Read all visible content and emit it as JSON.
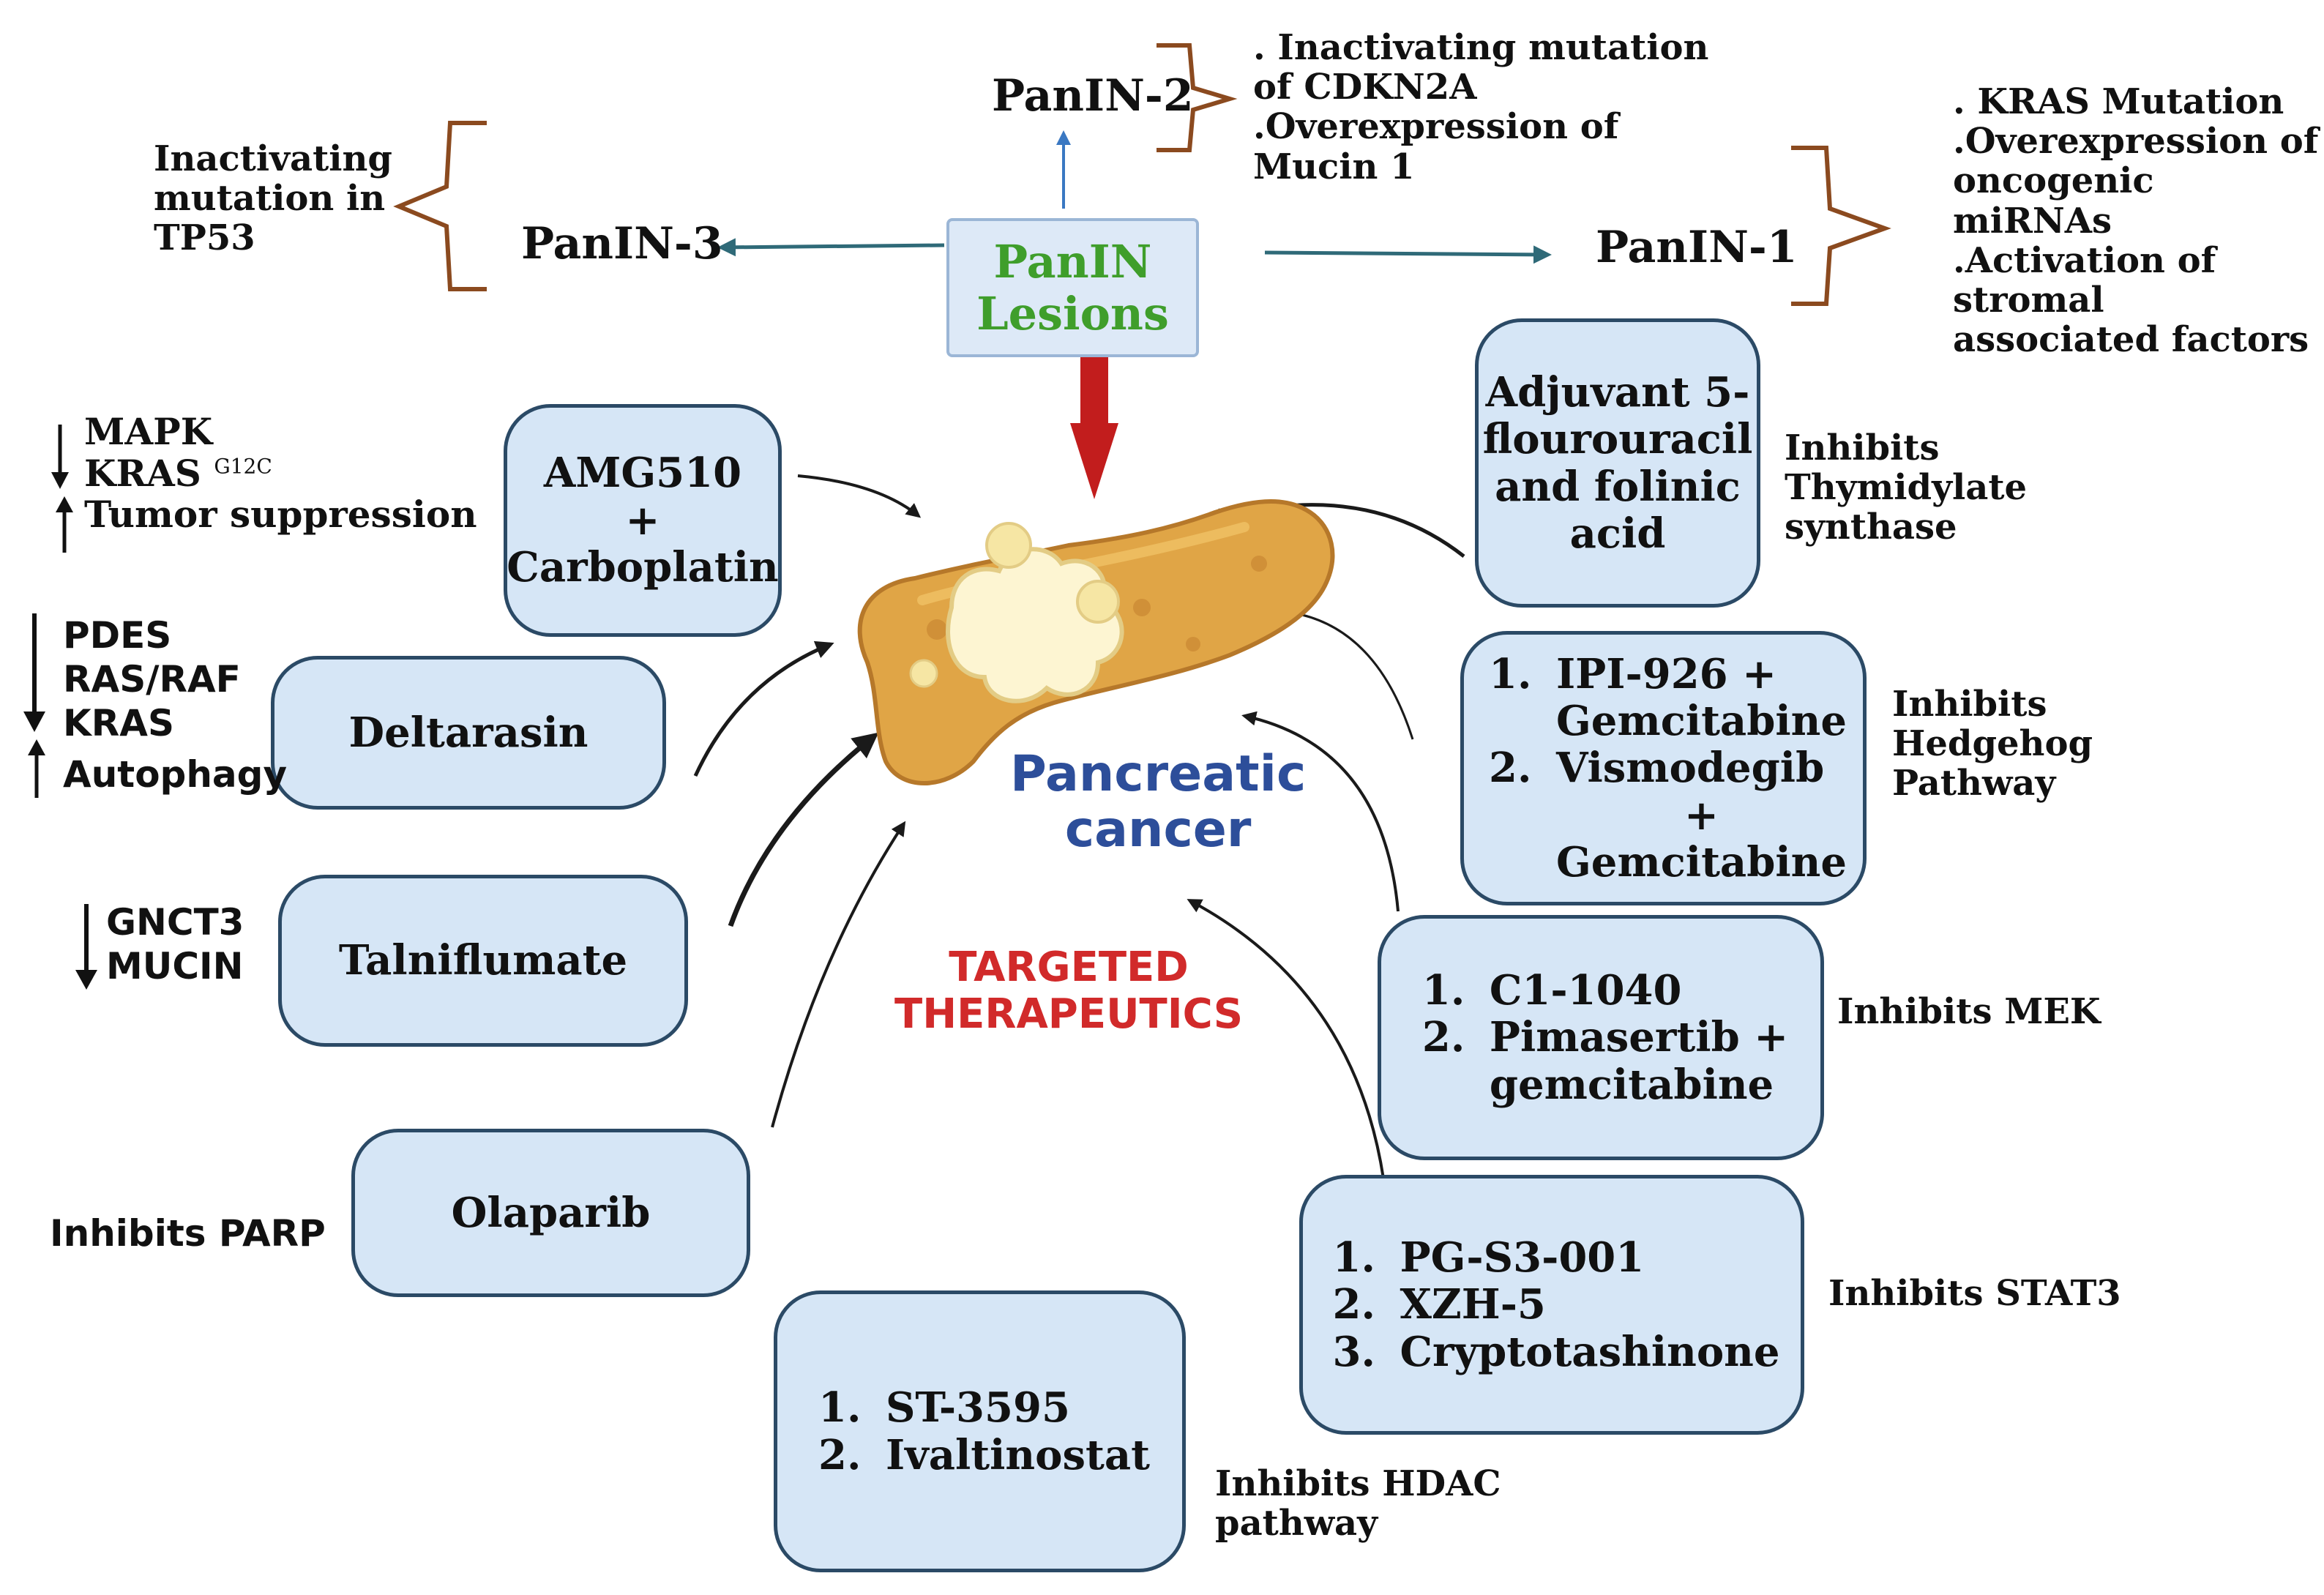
{
  "lesions": {
    "center_label": [
      "PanIN",
      "Lesions"
    ],
    "panin2": {
      "label": "PanIN-2",
      "notes": [
        ". Inactivating mutation",
        "of CDKN2A",
        ".Overexpression of",
        "Mucin 1"
      ]
    },
    "panin3": {
      "label": "PanIN-3",
      "notes": [
        "Inactivating",
        "mutation in",
        "TP53"
      ]
    },
    "panin1": {
      "label": "PanIN-1",
      "notes": [
        ". KRAS Mutation",
        ".Overexpression of",
        "oncogenic miRNAs",
        ".Activation of stromal",
        "associated factors"
      ]
    }
  },
  "center": {
    "cancer_label": [
      "Pancreatic",
      "cancer"
    ],
    "targeted_label": [
      "TARGETED",
      "THERAPEUTICS"
    ]
  },
  "left_drugs": [
    {
      "box": [
        "AMG510",
        "+",
        "Carboplatin"
      ],
      "effects": [
        "MAPK",
        "KRAS",
        "Tumor suppression"
      ],
      "superscript": "G12C"
    },
    {
      "box": [
        "Deltarasin"
      ],
      "effects": [
        "PDES",
        "RAS/RAF",
        "KRAS",
        "Autophagy"
      ]
    },
    {
      "box": [
        "Talniflumate"
      ],
      "effects": [
        "GNCT3",
        "MUCIN"
      ]
    },
    {
      "box": [
        "Olaparib"
      ],
      "effects": [
        "Inhibits PARP"
      ]
    }
  ],
  "right_drugs": [
    {
      "box": [
        "Adjuvant 5-",
        "flourouracil",
        "and folinic",
        "acid"
      ],
      "effect": [
        "Inhibits",
        "Thymidylate",
        "synthase"
      ]
    },
    {
      "box": [
        "IPI-926 +",
        "Gemcitabine",
        "Vismodegib",
        "+",
        "Gemcitabine"
      ],
      "effect": [
        "Inhibits",
        "Hedgehog",
        "Pathway"
      ]
    },
    {
      "box": [
        "C1-1040",
        "Pimasertib +",
        "gemcitabine"
      ],
      "effect": [
        "Inhibits MEK"
      ]
    },
    {
      "box": [
        "PG-S3-001",
        "XZH-5",
        "Cryptotashinone"
      ],
      "effect": [
        "Inhibits STAT3"
      ]
    }
  ],
  "bottom_drug": {
    "box": [
      "ST-3595",
      "Ivaltinostat"
    ],
    "effect": [
      "Inhibits HDAC",
      "pathway"
    ]
  },
  "colors": {
    "box_fill": "#d6e6f6",
    "box_border": "#2b4a66",
    "brace": "#8b4a1f",
    "teal_arrow": "#2f6a78",
    "red_arrow": "#c21d1d",
    "green_text": "#3f9e2b",
    "cancer_text": "#2d4e9a",
    "targeted_text": "#d12a2a"
  }
}
